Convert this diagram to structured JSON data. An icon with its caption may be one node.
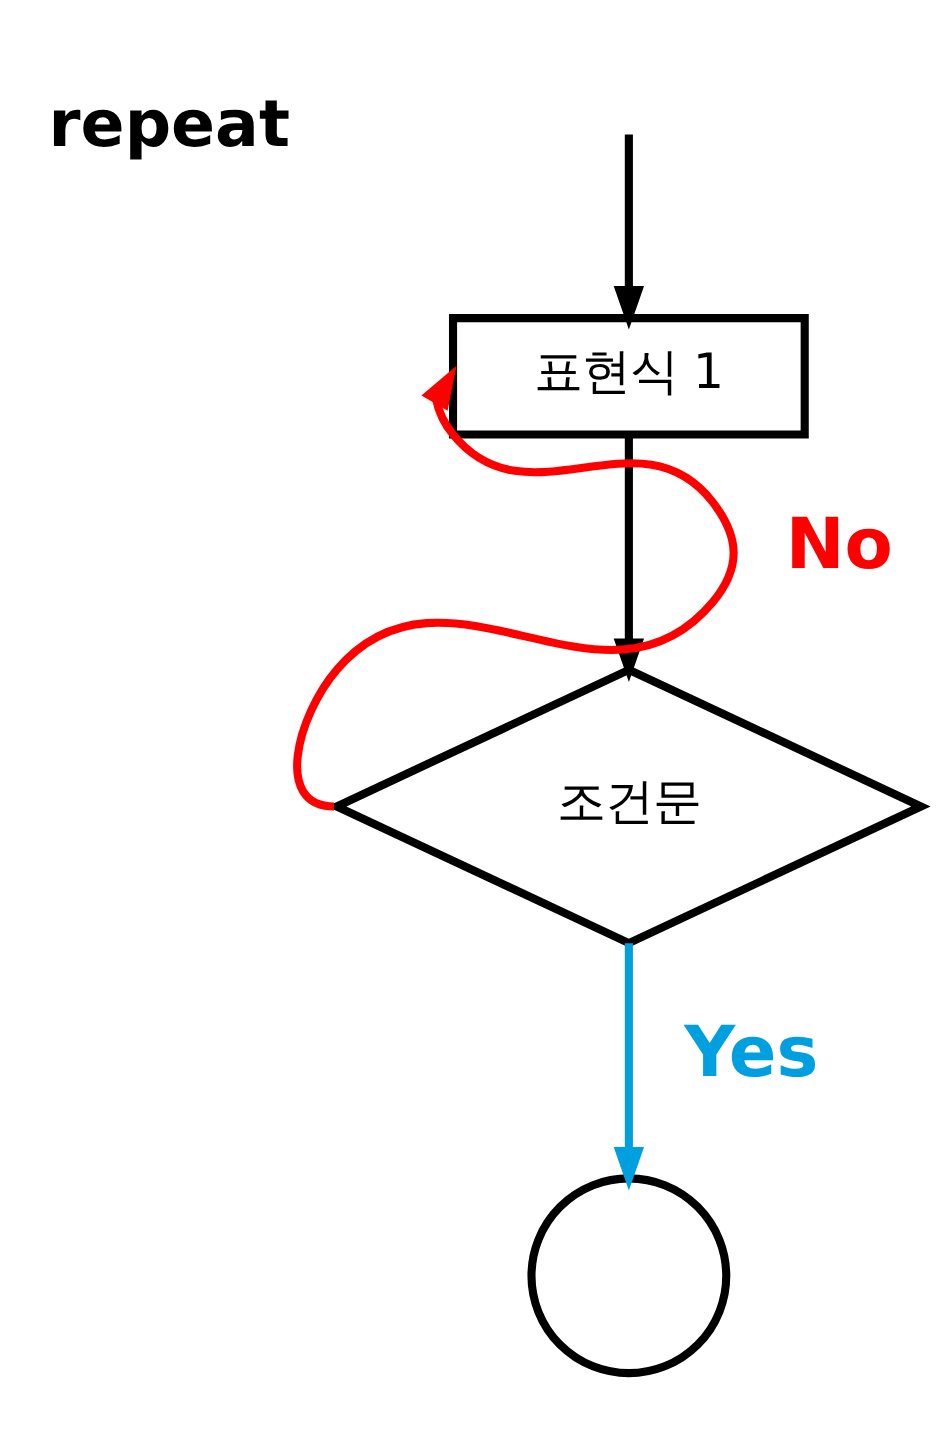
{
  "diagram": {
    "nodes": [
      {
        "text": [
          "표현식 1"
        ]
      },
      {
        "text": [
          "조건문"
        ]
      },
      {
        "text": [],
        "shape": "circle"
      }
    ],
    "edges": [
      {
        "from": null,
        "to": 0,
        "arrow": "to"
      },
      {
        "from": 0,
        "to": 1,
        "arrow": "to"
      },
      {
        "from": 1,
        "to": 0,
        "arrow": "to",
        "label": "No",
        "color": "#ff0000"
      },
      {
        "from": 1,
        "to": 2,
        "arrow": "to",
        "label": "Yes",
        "color": "#00a0e0"
      }
    ],
    "labels": [
      "repeat"
    ]
  }
}
